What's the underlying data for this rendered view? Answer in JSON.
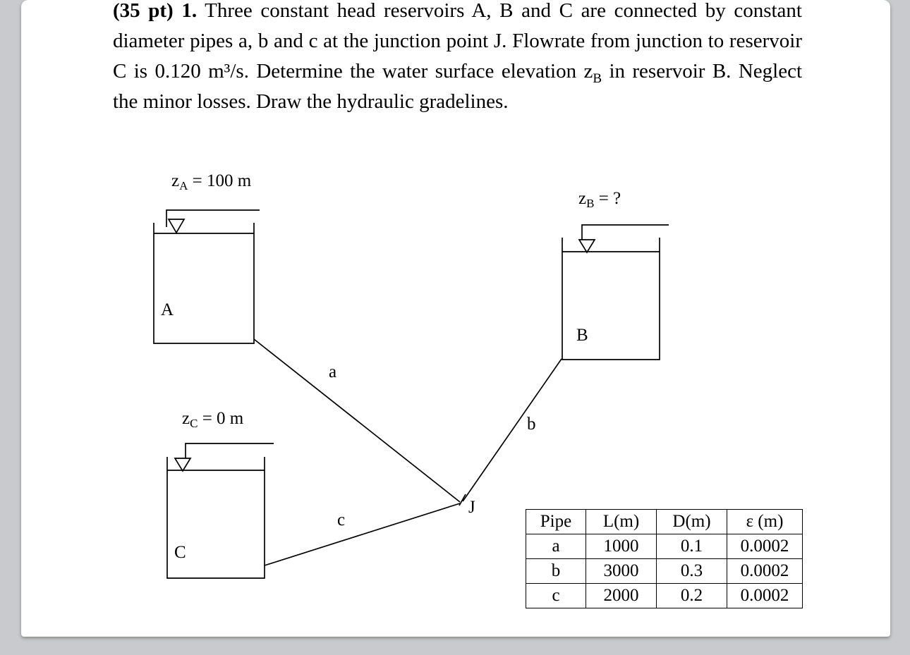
{
  "problem": {
    "lead": "(35 pt) 1.",
    "part1": " Three constant head reservoirs A, B and C are connected by constant diameter pipes a, b and c at the junction point J. Flowrate from junction to reservoir C is 0.120 m³/s. Determine the water surface elevation z",
    "sub_b": "B",
    "part2": " in reservoir B. Neglect the minor losses. Draw the hydraulic gradelines."
  },
  "diagram": {
    "reservoir_a": {
      "z_prefix": "z",
      "z_sub": "A",
      "z_value": " = 100 m",
      "tank_label": "A"
    },
    "reservoir_b": {
      "z_prefix": "z",
      "z_sub": "B",
      "z_value": " = ?",
      "tank_label": "B"
    },
    "reservoir_c": {
      "z_prefix": "z",
      "z_sub": "C",
      "z_value": " = 0 m",
      "tank_label": "C"
    },
    "pipes": {
      "a": "a",
      "b": "b",
      "c": "c"
    },
    "junction": "J"
  },
  "pipe_table": {
    "headers": [
      "Pipe",
      "L(m)",
      "D(m)",
      "ε (m)"
    ],
    "rows": [
      [
        "a",
        "1000",
        "0.1",
        "0.0002"
      ],
      [
        "b",
        "3000",
        "0.3",
        "0.0002"
      ],
      [
        "c",
        "2000",
        "0.2",
        "0.0002"
      ]
    ]
  },
  "colors": {
    "page_background": "#ffffff",
    "viewer_background": "#c9cacd",
    "ink": "#000000"
  }
}
